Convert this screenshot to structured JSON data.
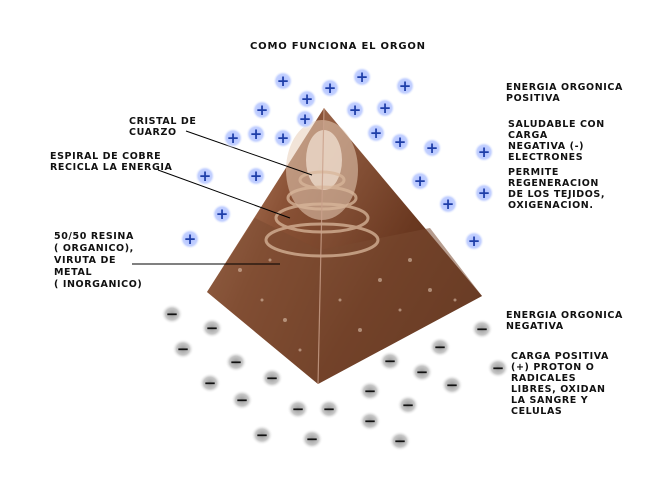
{
  "title": "COMO FUNCIONA EL ORGON",
  "labels": {
    "cuarzo": "CRISTAL DE\nCUARZO",
    "cobre": "ESPIRAL DE COBRE\nRECICLA LA ENERGIA",
    "resina": "50/50 RESINA\n( ORGANICO),\nVIRUTA DE\nMETAL\n( INORGANICO)",
    "positiva": "ENERGIA ORGONICA\nPOSITIVA",
    "saludable": "SALUDABLE CON\nCARGA\nNEGATIVA (-)\nELECTRONES",
    "permite": "PERMITE\nREGENERACION\nDE LOS TEJIDOS,\nOXIGENACION.",
    "negativa": "ENERGIA ORGONICA\nNEGATIVA",
    "carga_pos": "CARGA POSITIVA\n(+) PROTON O\nRADICALES\nLIBRES, OXIDAN\nLA SANGRE Y\nCELULAS"
  },
  "symbols": {
    "plus": "+",
    "minus": "−"
  },
  "colors": {
    "plus_bg": "#b8c8ff",
    "plus_fg": "#1e3ea8",
    "minus_fg": "#111111",
    "pyramid_light": "#b07850",
    "pyramid_dark": "#5a2e18"
  },
  "icons": {
    "positive": "plus-charge-icon",
    "negative": "minus-charge-icon"
  }
}
